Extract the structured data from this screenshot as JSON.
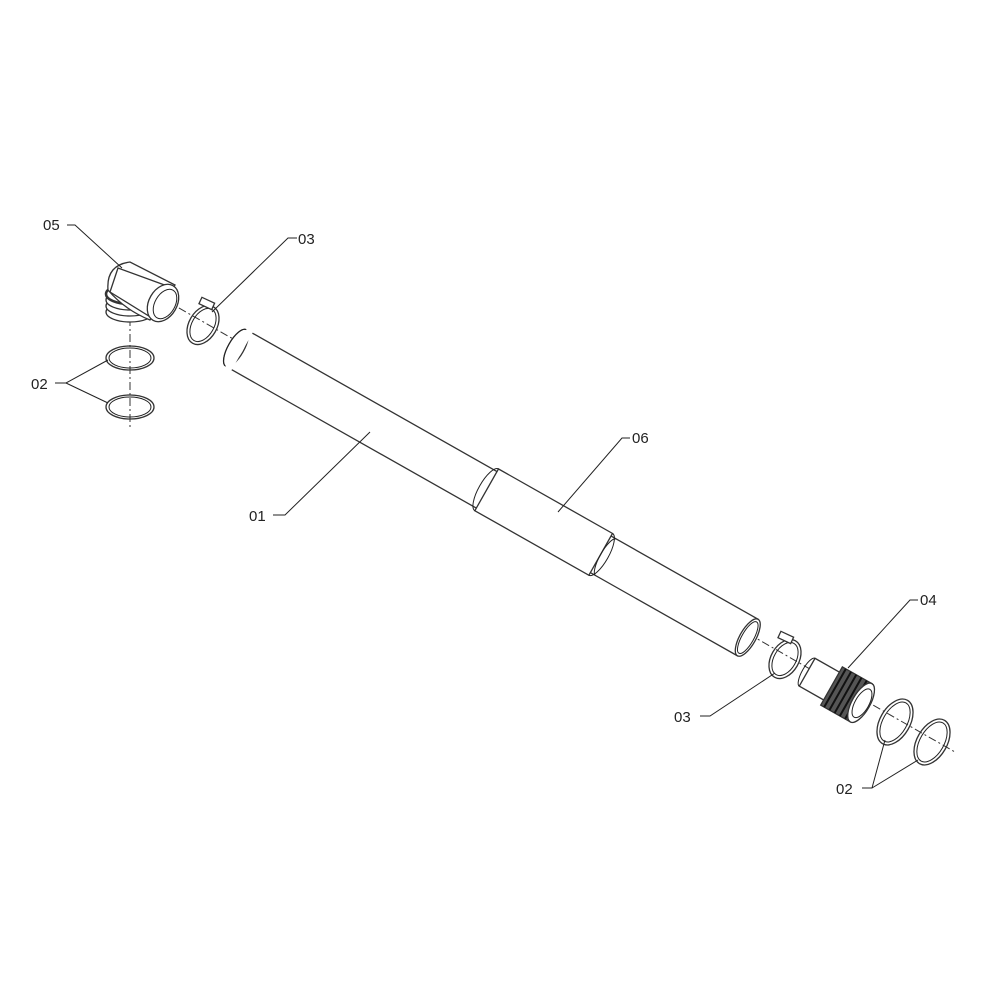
{
  "diagram": {
    "type": "exploded-parts-view",
    "labels": {
      "part_01": "01",
      "part_02_left": "02",
      "part_02_right": "02",
      "part_03_left": "03",
      "part_03_right": "03",
      "part_04": "04",
      "part_05": "05",
      "part_06": "06"
    }
  }
}
